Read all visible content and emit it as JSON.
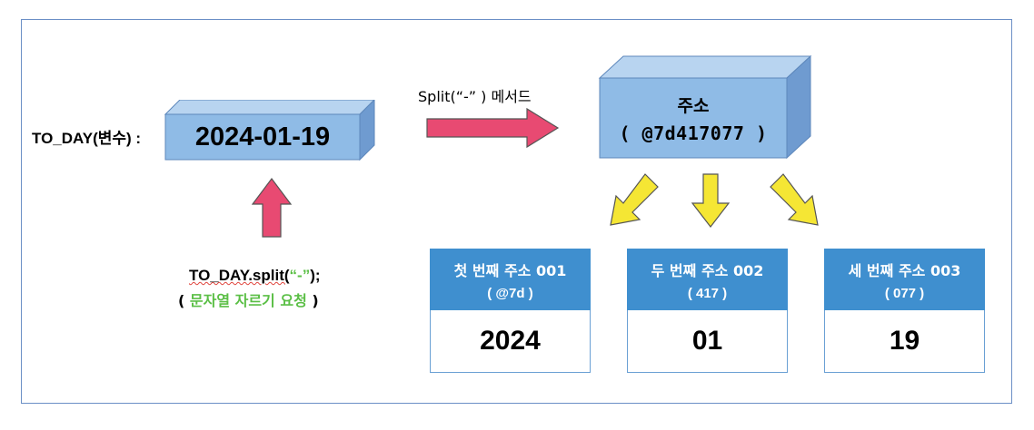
{
  "variable": {
    "label": "TO_DAY(변수) :",
    "value": "2024-01-19"
  },
  "method": {
    "label": "Split(“-” ) 메서드"
  },
  "address_box": {
    "title": "주소",
    "value": "( @7d417077 )"
  },
  "code": {
    "prefix": "TO_DAY.split(",
    "arg": "“-”",
    "suffix": ");",
    "desc_open": "( ",
    "desc": "문자열 자르기 요청",
    "desc_close": " )"
  },
  "parts": [
    {
      "title": "첫 번째 주소 001",
      "addr": "( @7d )",
      "value": "2024"
    },
    {
      "title": "두 번째 주소 002",
      "addr": "( 417 )",
      "value": "01"
    },
    {
      "title": "세 번째 주소 003",
      "addr": "( 077 )",
      "value": "19"
    }
  ],
  "colors": {
    "box_fill": "#8fbbe6",
    "pink_arrow": "#e84a72",
    "yellow_arrow": "#f5e634",
    "card_header": "#3f8fcf",
    "green_text": "#5bbf46"
  }
}
